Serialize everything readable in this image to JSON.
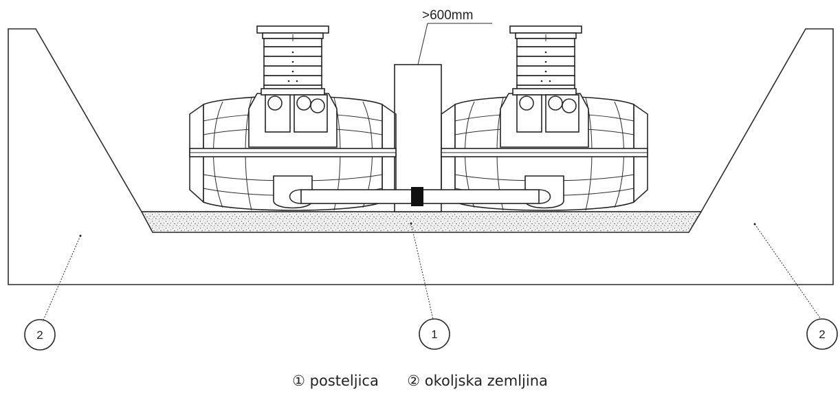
{
  "dimension": {
    "label": ">600mm"
  },
  "callouts": [
    {
      "id": "bedding",
      "number": "1"
    },
    {
      "id": "soil-left",
      "number": "2"
    },
    {
      "id": "soil-right",
      "number": "2"
    }
  ],
  "legend": [
    {
      "marker": "①",
      "text": "posteljica"
    },
    {
      "marker": "②",
      "text": "okoljska zemljina"
    }
  ]
}
